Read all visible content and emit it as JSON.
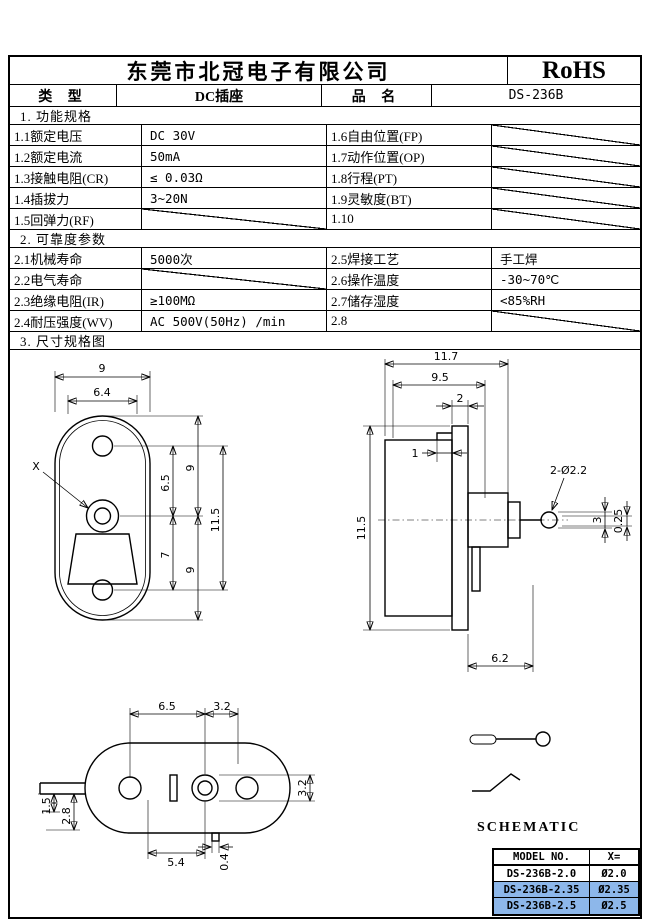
{
  "header": {
    "company": "东莞市北冠电子有限公司",
    "rohs": "RoHS"
  },
  "info": {
    "type_label": "类 型",
    "type_value": "DC插座",
    "name_label": "品 名",
    "name_value": "DS-236B"
  },
  "section1": {
    "title": "1.  功能规格",
    "rows": [
      {
        "l1": "1.1额定电压",
        "v1": "DC 30V",
        "l2": "1.6自由位置(FP)",
        "v2": ""
      },
      {
        "l1": "1.2额定电流",
        "v1": "50mA",
        "l2": "1.7动作位置(OP)",
        "v2": ""
      },
      {
        "l1": "1.3接触电阻(CR)",
        "v1": "≤ 0.03Ω",
        "l2": "1.8行程(PT)",
        "v2": ""
      },
      {
        "l1": "1.4插拔力",
        "v1": "3~20N",
        "l2": "1.9灵敏度(BT)",
        "v2": ""
      },
      {
        "l1": "1.5回弹力(RF)",
        "v1": "",
        "l2": "1.10",
        "v2": ""
      }
    ]
  },
  "section2": {
    "title": "2.  可靠度参数",
    "rows": [
      {
        "l1": "2.1机械寿命",
        "v1": "5000次",
        "l2": "2.5焊接工艺",
        "v2": "手工焊"
      },
      {
        "l1": "2.2电气寿命",
        "v1": "",
        "l2": "2.6操作温度",
        "v2": "-30~70℃"
      },
      {
        "l1": "2.3绝缘电阻(IR)",
        "v1": "≥100MΩ",
        "l2": "2.7储存湿度",
        "v2": "<85%RH"
      },
      {
        "l1": "2.4耐压强度(WV)",
        "v1": "AC 500V(50Hz) /min",
        "l2": "2.8",
        "v2": ""
      }
    ]
  },
  "section3": {
    "title": "3.  尺寸规格图"
  },
  "drawings": {
    "front": {
      "dim_w": "9",
      "dim_w2": "6.4",
      "x_mark": "X",
      "dim_a": "6.5",
      "dim_b": "9",
      "dim_c": "7",
      "dim_d": "9",
      "dim_e": "11.5"
    },
    "side": {
      "dim_t1": "11.7",
      "dim_t2": "9.5",
      "dim_t3": "2",
      "dim_l1": "1",
      "dim_left": "11.5",
      "pin_note": "2-Ø2.2",
      "dim_r1": "3",
      "dim_r2": "0.25",
      "dim_b1": "6.2"
    },
    "bottom": {
      "dim_t1": "6.5",
      "dim_t2": "3.2",
      "dim_b1": "5.4",
      "dim_b2": "0.4",
      "dim_l1": "1.5",
      "dim_l2": "2.8",
      "dim_r1": "3.2"
    }
  },
  "schematic": {
    "label": "SCHEMATIC"
  },
  "model_table": {
    "col1": "MODEL NO.",
    "col2": "X=",
    "rows": [
      {
        "model": "DS-236B-2.0",
        "x": "Ø2.0"
      },
      {
        "model": "DS-236B-2.35",
        "x": "Ø2.35"
      },
      {
        "model": "DS-236B-2.5",
        "x": "Ø2.5"
      }
    ]
  },
  "colors": {
    "highlight": "#8db7ea",
    "ink": "#000000",
    "paper": "#ffffff"
  }
}
